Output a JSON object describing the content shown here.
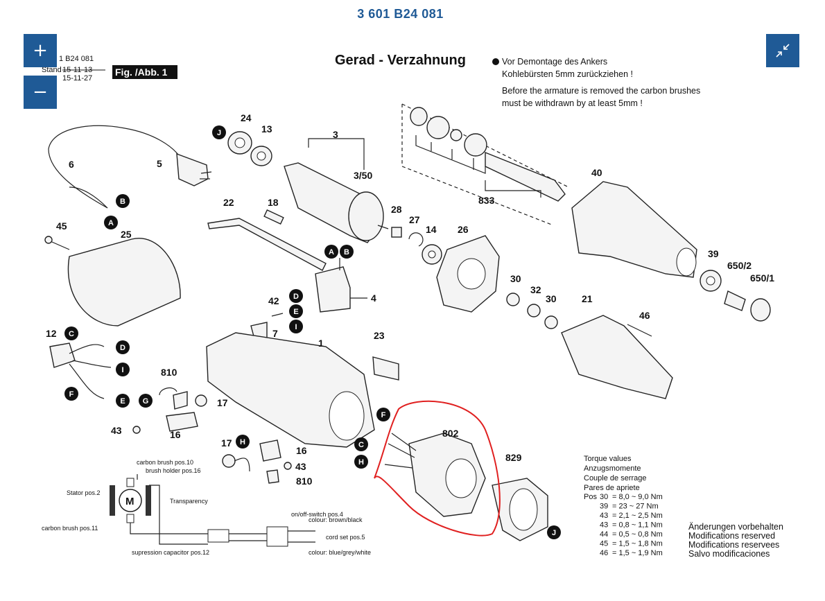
{
  "page_title": "3 601 B24 081",
  "controls": {
    "zoom_in": "+",
    "zoom_out": "−"
  },
  "header": {
    "title": "Gerad - Verzahnung",
    "note_de_1": "Vor Demontage des Ankers",
    "note_de_2": "Kohlebürsten 5mm zurückziehen !",
    "note_en_1": "Before the armature is removed the carbon brushes",
    "note_en_2": "must be withdrawn by at least 5mm !",
    "doc_number": "1 B24 081",
    "stand_label": "Stand",
    "date_old": "15-11-13",
    "date_new": "15-11-27",
    "fig_label": "Fig. /Abb. 1"
  },
  "part_labels": [
    "24",
    "13",
    "3",
    "3/50",
    "5",
    "6",
    "22",
    "18",
    "28",
    "27",
    "14",
    "26",
    "833",
    "40",
    "45",
    "25",
    "4",
    "42",
    "7",
    "1",
    "23",
    "30",
    "32",
    "30",
    "21",
    "46",
    "39",
    "650/2",
    "650/1",
    "12",
    "810",
    "17",
    "43",
    "16",
    "17",
    "16",
    "43",
    "810",
    "802",
    "829"
  ],
  "connector_letters": [
    "J",
    "B",
    "A",
    "A",
    "B",
    "D",
    "E",
    "I",
    "C",
    "D",
    "I",
    "F",
    "E",
    "G",
    "H",
    "F",
    "C",
    "H",
    "J"
  ],
  "wiring": {
    "carbon_brush_10": "carbon brush pos.10",
    "brush_holder_16": "brush holder pos.16",
    "stator": "Stator pos.2",
    "motor": "M",
    "transparency": "Transparency",
    "carbon_brush_11": "carbon brush pos.11",
    "switch": "on/off-switch pos.4",
    "colour_brown": "colour: brown/black",
    "cord_set": "cord set pos.5",
    "capacitor": "supression capacitor pos.12",
    "colour_blue": "colour: blue/grey/white"
  },
  "torque": {
    "heading": [
      "Torque values",
      "Anzugsmomente",
      "Couple de serrage",
      "Pares de apriete"
    ],
    "pos_label": "Pos",
    "rows": [
      {
        "pos": "30",
        "value": "= 8,0 ~ 9,0 Nm"
      },
      {
        "pos": "39",
        "value": "= 23 ~ 27 Nm"
      },
      {
        "pos": "43",
        "value": "= 2,1 ~ 2,5 Nm"
      },
      {
        "pos": "43",
        "value": "= 0,8 ~ 1,1 Nm"
      },
      {
        "pos": "44",
        "value": "= 0,5 ~ 0,8 Nm"
      },
      {
        "pos": "45",
        "value": "= 1,5 ~ 1,8 Nm"
      },
      {
        "pos": "46",
        "value": "= 1,5 ~ 1,9 Nm"
      }
    ]
  },
  "footer_notes": [
    "Änderungen vorbehalten",
    "Modifications reserved",
    "Modifications reservees",
    "Salvo modificaciones"
  ],
  "colors": {
    "accent": "#1f5a96",
    "highlight": "#e02020"
  }
}
